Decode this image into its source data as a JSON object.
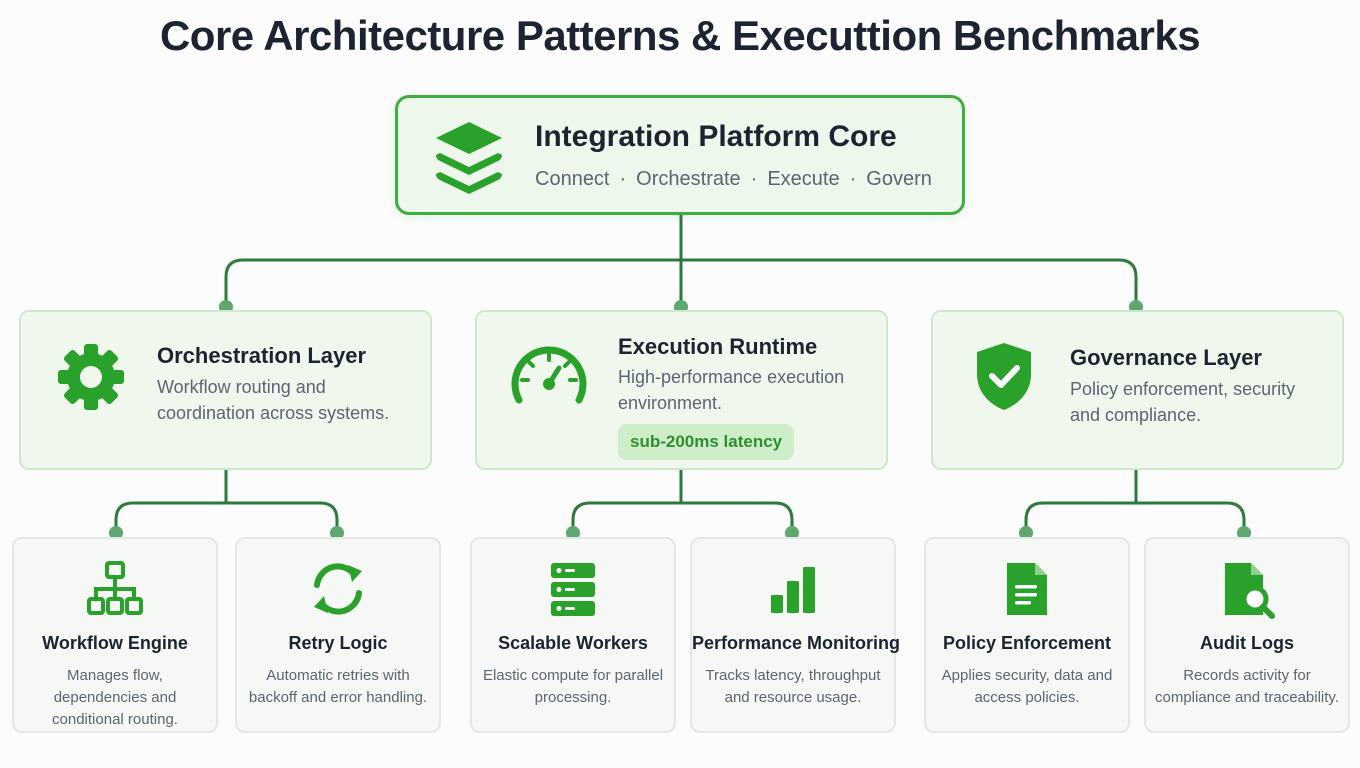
{
  "title": "Core Architecture Patterns & Executtion Benchmarks",
  "colors": {
    "accent": "#3fae3f",
    "connector": "#2e7a3e",
    "node_dot": "#5ea76f",
    "pill_bg": "#cdeec8"
  },
  "core": {
    "icon": "layers-icon",
    "title": "Integration Platform Core",
    "tagline": [
      "Connect",
      "Orchestrate",
      "Execute",
      "Govern"
    ],
    "separator": "·"
  },
  "layers": [
    {
      "icon": "gear-icon",
      "title": "Orchestration Layer",
      "description": "Workflow routing and coordination across systems."
    },
    {
      "icon": "speedometer-icon",
      "title": "Execution Runtime",
      "description": "High-performance execution environment.",
      "badge": "sub-200ms latency"
    },
    {
      "icon": "shield-check-icon",
      "title": "Governance Layer",
      "description": "Policy enforcement, security and compliance."
    }
  ],
  "components": [
    {
      "icon": "hierarchy-icon",
      "title": "Workflow Engine",
      "description": "Manages flow, dependencies and conditional routing."
    },
    {
      "icon": "refresh-icon",
      "title": "Retry Logic",
      "description": "Automatic retries with backoff and error handling."
    },
    {
      "icon": "server-stack-icon",
      "title": "Scalable Workers",
      "description": "Elastic compute for parallel processing."
    },
    {
      "icon": "bar-chart-icon",
      "title": "Performance Monitoring",
      "description": "Tracks latency, throughput and resource usage."
    },
    {
      "icon": "document-icon",
      "title": "Policy Enforcement",
      "description": "Applies security, data and access policies."
    },
    {
      "icon": "document-search-icon",
      "title": "Audit Logs",
      "description": "Records activity for compliance and traceability."
    }
  ]
}
